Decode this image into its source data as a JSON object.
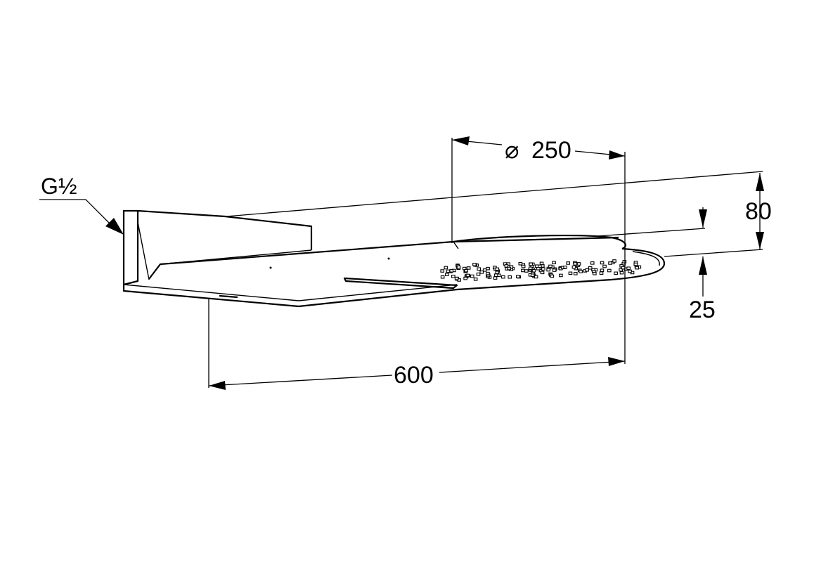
{
  "labels": {
    "thread": "G½",
    "diameter_symbol": "⌀",
    "diameter_value": "250",
    "length": "600",
    "height_total": "80",
    "height_plate": "25"
  }
}
